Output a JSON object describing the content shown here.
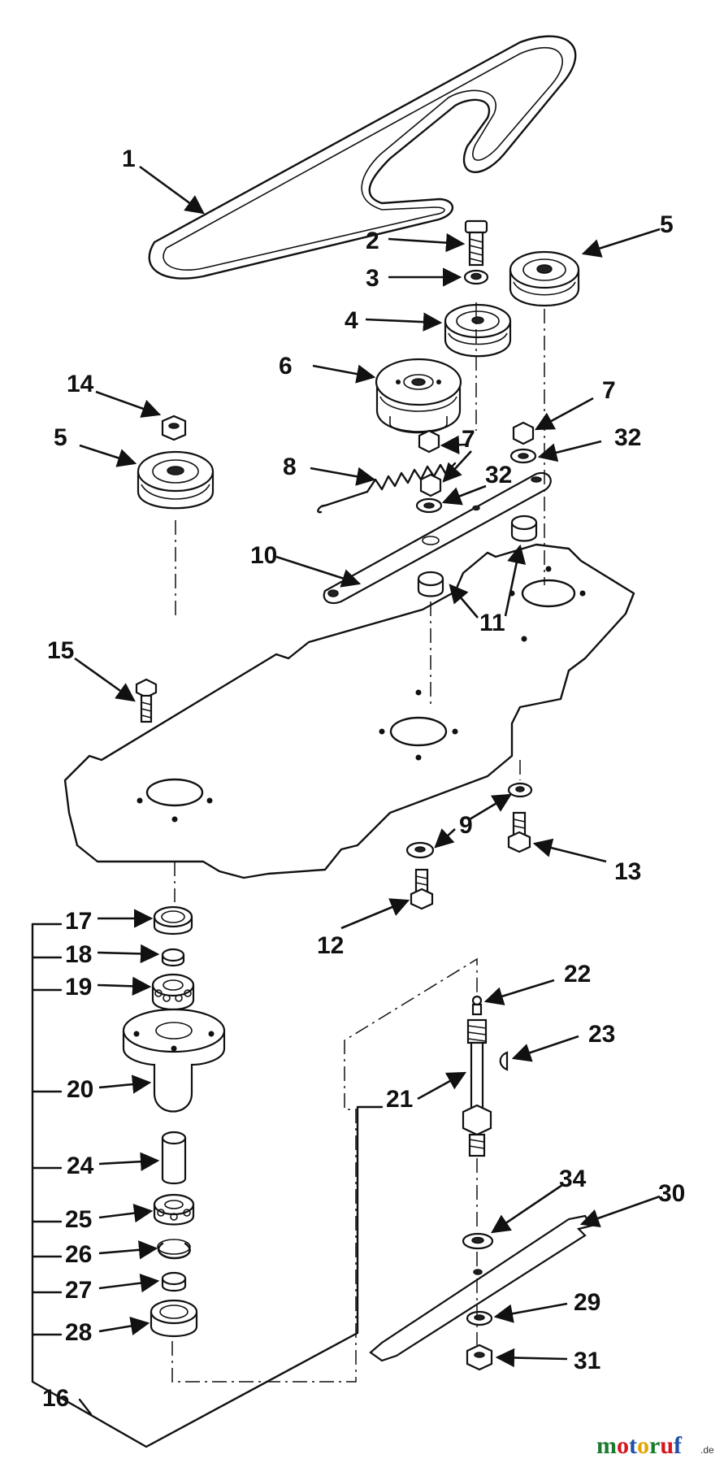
{
  "callouts": [
    "1",
    "2",
    "3",
    "4",
    "5",
    "5",
    "6",
    "7",
    "7",
    "8",
    "32",
    "32",
    "10",
    "11",
    "11",
    "14",
    "15",
    "9",
    "13",
    "12",
    "17",
    "18",
    "19",
    "20",
    "22",
    "23",
    "21",
    "24",
    "25",
    "26",
    "27",
    "28",
    "29",
    "30",
    "31",
    "34",
    "16"
  ],
  "watermark": {
    "letters": [
      "m",
      "o",
      "t",
      "o",
      "r",
      "u",
      "f"
    ],
    "letter_colors": [
      "#1a7a2e",
      "#d4151b",
      "#1f4fa8",
      "#e2a400",
      "#1a7a2e",
      "#d4151b",
      "#1f4fa8"
    ],
    "suffix": ".de"
  }
}
